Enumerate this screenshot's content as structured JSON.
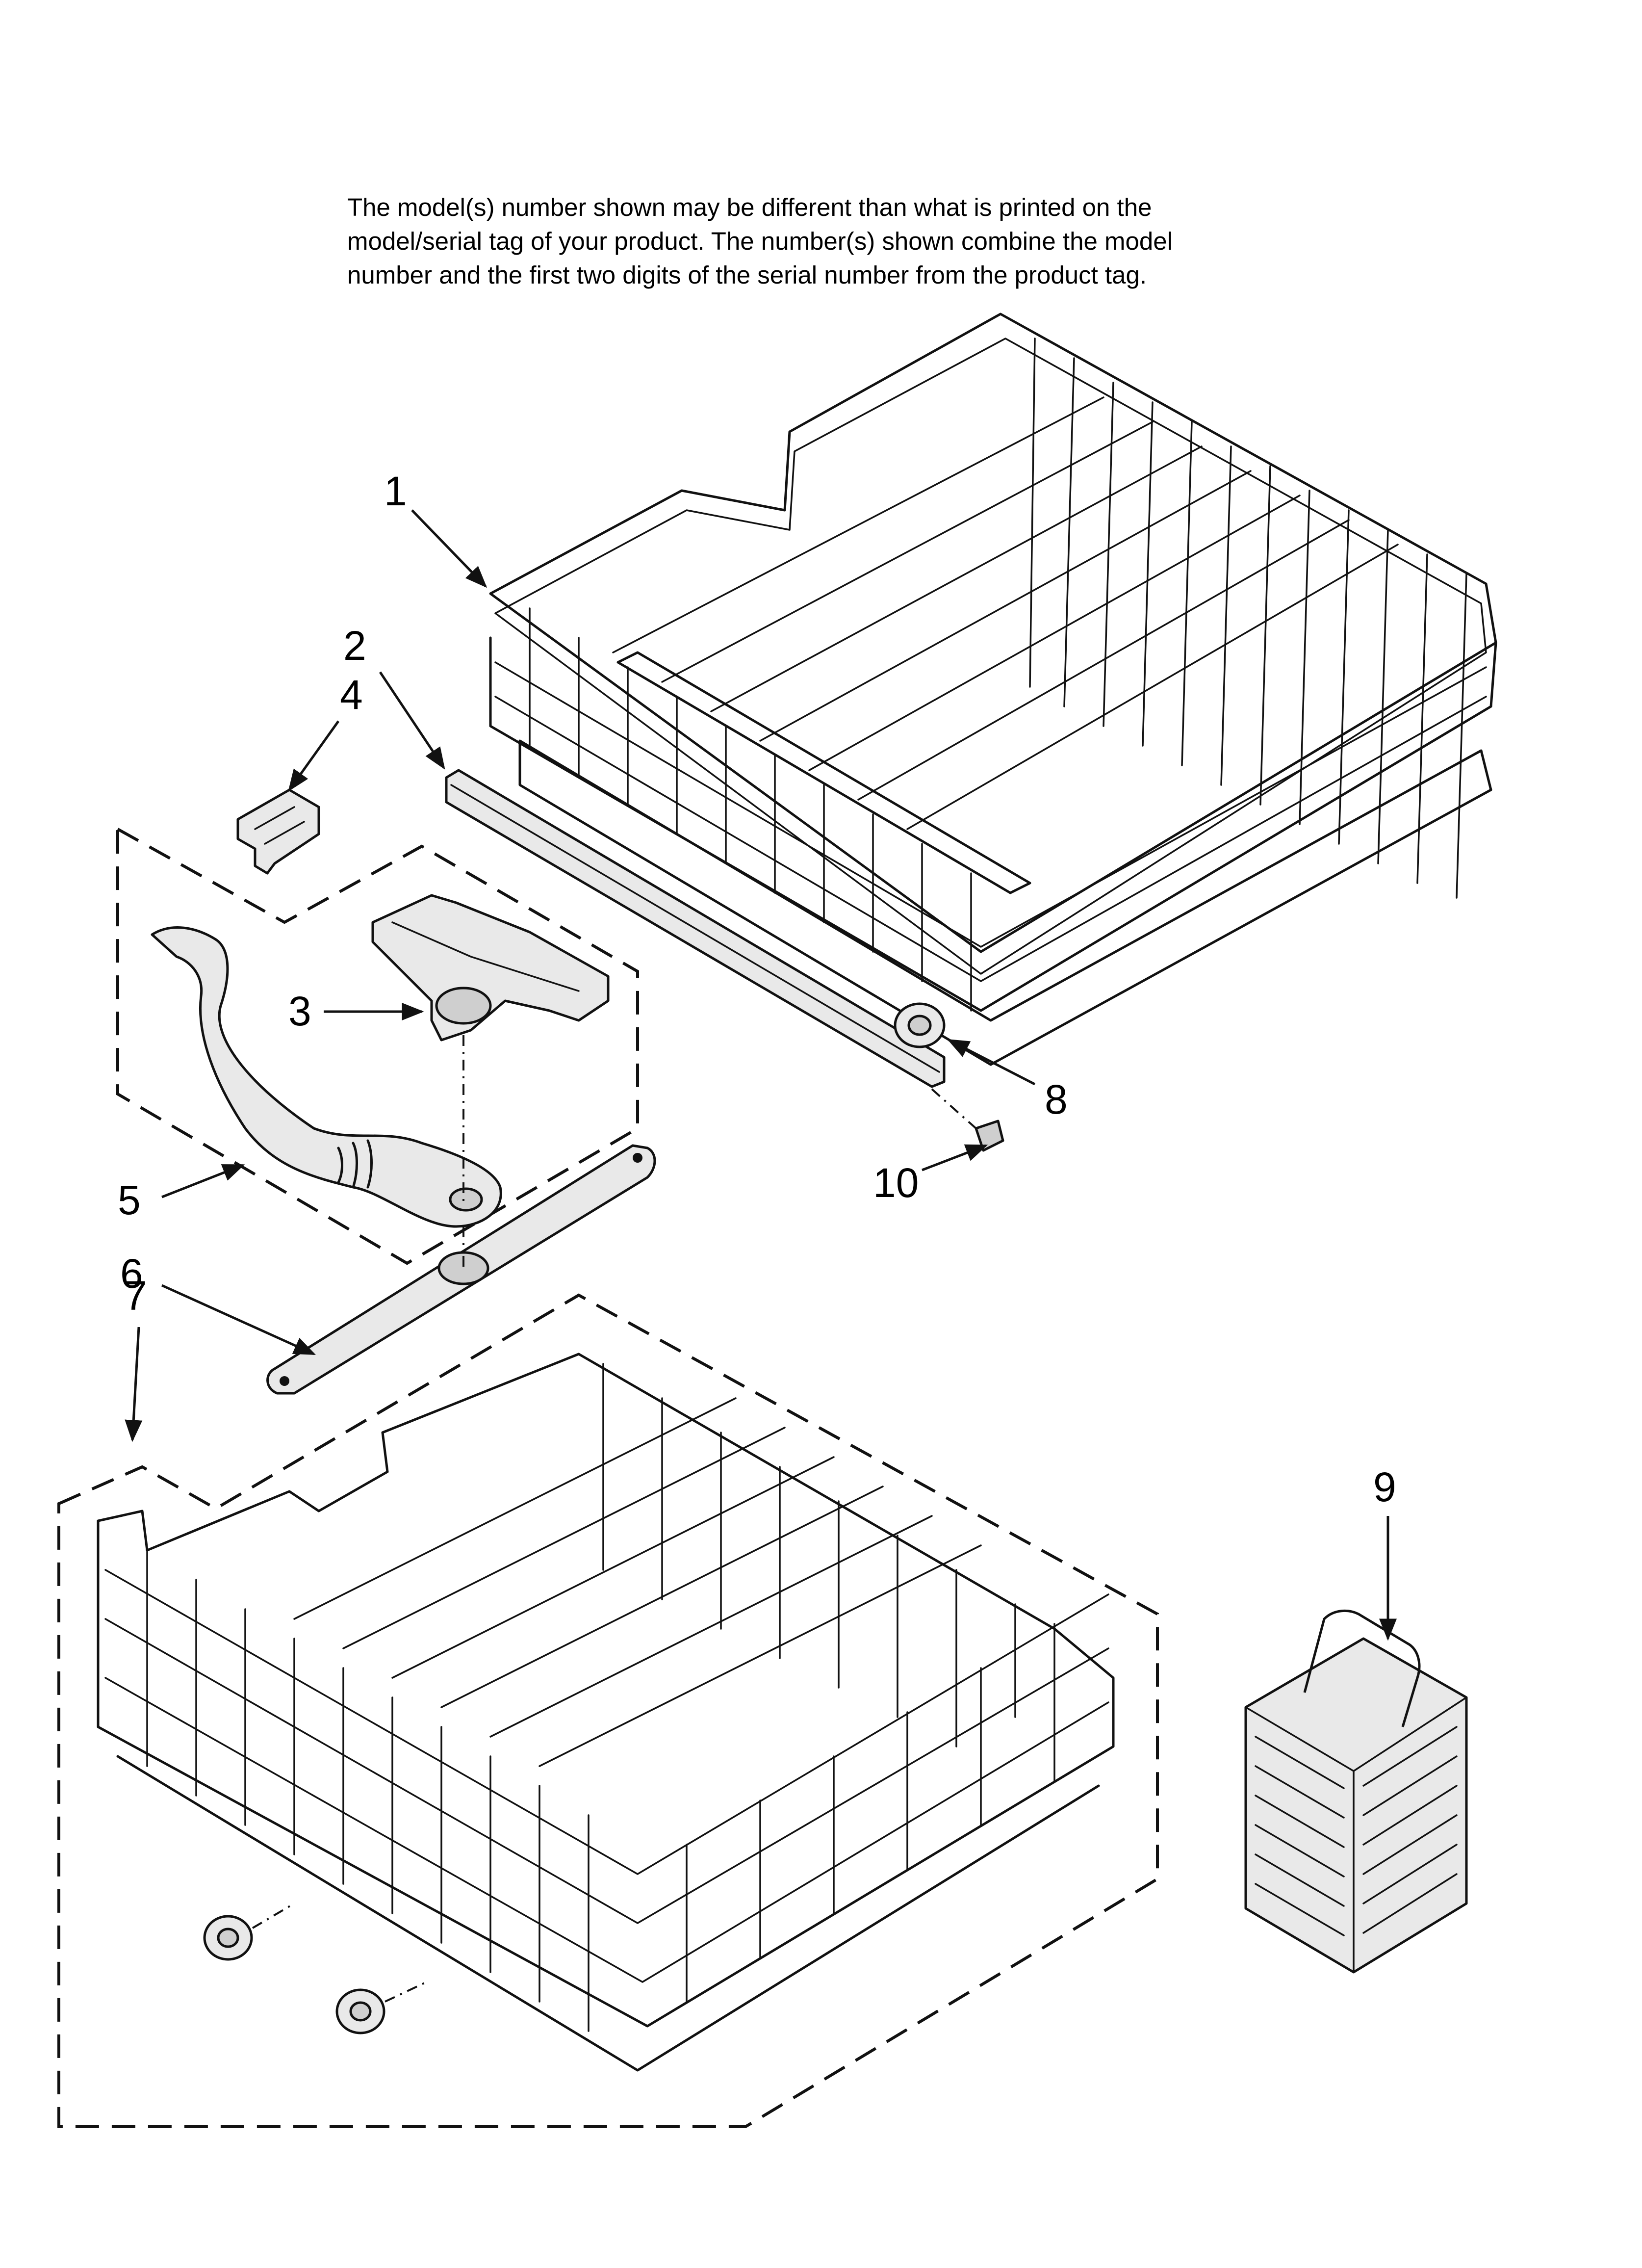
{
  "note": {
    "lines": [
      "The model(s) number shown may be different than what is printed on the",
      "model/serial tag of your product. The number(s) shown combine the model",
      "number and the first two digits of the serial number from the product tag."
    ]
  },
  "callouts": {
    "c1": "1",
    "c2": "2",
    "c3": "3",
    "c4": "4",
    "c5": "5",
    "c6": "6",
    "c7": "7",
    "c8": "8",
    "c9": "9",
    "c10": "10"
  }
}
